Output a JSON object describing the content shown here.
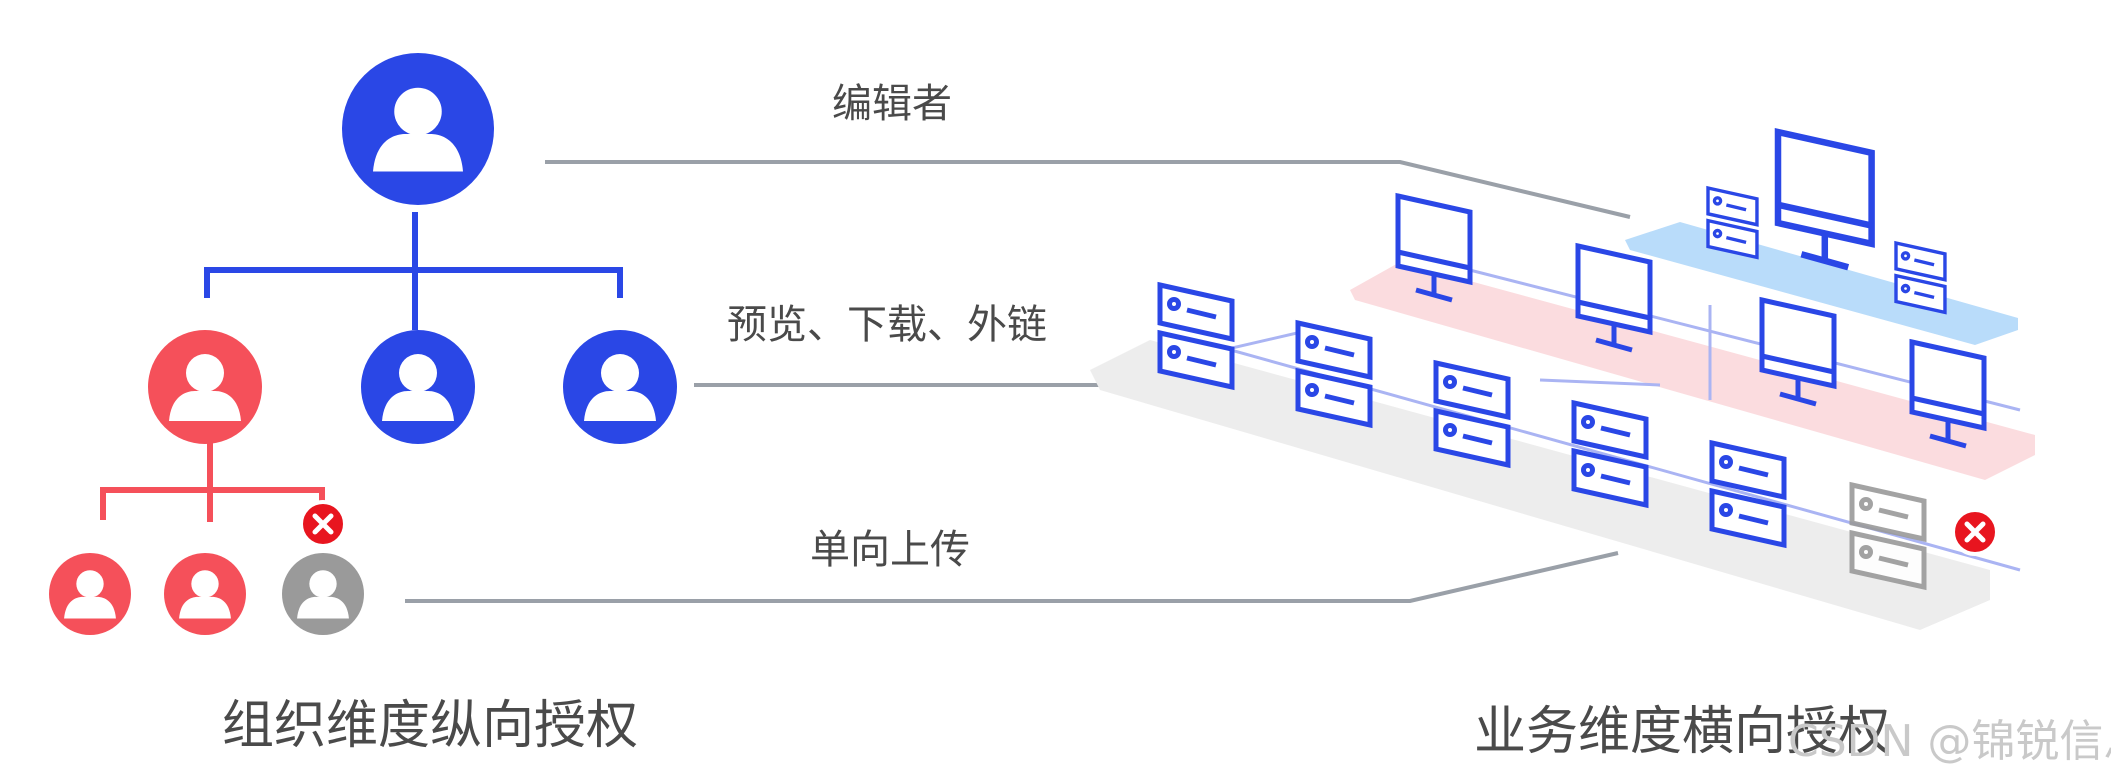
{
  "permissions": {
    "editor": "编辑者",
    "preview": "预览、下载、外链",
    "upload": "单向上传"
  },
  "captions": {
    "left": "组织维度纵向授权",
    "right": "业务维度横向授权"
  },
  "watermark": "CSDN @锦锐信息",
  "colors": {
    "blue": "#2a47e6",
    "red": "#f5505a",
    "gray": "#9a9a9a",
    "deny": "#e8151f",
    "connector": "#9aa0a8",
    "tier_top": "#b9dcfa",
    "tier_mid": "#fbdcdf",
    "tier_bottom": "#ededed"
  }
}
